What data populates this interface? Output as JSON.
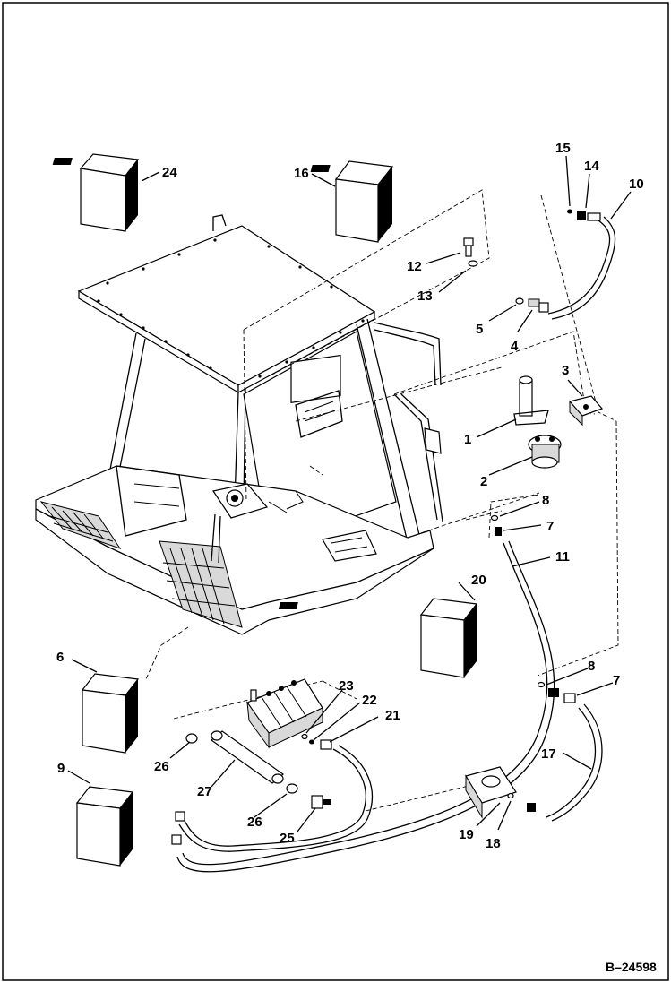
{
  "callouts": [
    {
      "id": "c1",
      "text": "1"
    },
    {
      "id": "c2",
      "text": "2"
    },
    {
      "id": "c3",
      "text": "3"
    },
    {
      "id": "c4",
      "text": "4"
    },
    {
      "id": "c5",
      "text": "5"
    },
    {
      "id": "c6",
      "text": "6"
    },
    {
      "id": "c7a",
      "text": "7"
    },
    {
      "id": "c7b",
      "text": "7"
    },
    {
      "id": "c8a",
      "text": "8"
    },
    {
      "id": "c8b",
      "text": "8"
    },
    {
      "id": "c9",
      "text": "9"
    },
    {
      "id": "c10",
      "text": "10"
    },
    {
      "id": "c11",
      "text": "11"
    },
    {
      "id": "c12",
      "text": "12"
    },
    {
      "id": "c13",
      "text": "13"
    },
    {
      "id": "c14",
      "text": "14"
    },
    {
      "id": "c15",
      "text": "15"
    },
    {
      "id": "c16",
      "text": "16"
    },
    {
      "id": "c17",
      "text": "17"
    },
    {
      "id": "c18",
      "text": "18"
    },
    {
      "id": "c19",
      "text": "19"
    },
    {
      "id": "c20",
      "text": "20"
    },
    {
      "id": "c21",
      "text": "21"
    },
    {
      "id": "c22",
      "text": "22"
    },
    {
      "id": "c23",
      "text": "23"
    },
    {
      "id": "c24",
      "text": "24"
    },
    {
      "id": "c25",
      "text": "25"
    },
    {
      "id": "c26a",
      "text": "26"
    },
    {
      "id": "c26b",
      "text": "26"
    },
    {
      "id": "c27",
      "text": "27"
    }
  ],
  "figure_ref": "B–24598"
}
